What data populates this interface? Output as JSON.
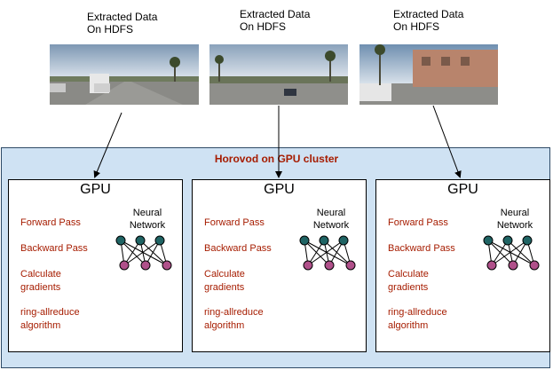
{
  "sources": [
    {
      "line1": "Extracted Data",
      "line2": "On HDFS"
    },
    {
      "line1": "Extracted Data",
      "line2": "On HDFS"
    },
    {
      "line1": "Extracted Data",
      "line2": "On HDFS"
    }
  ],
  "cluster": {
    "title": "Horovod on GPU cluster"
  },
  "gpus": [
    {
      "title": "GPU",
      "steps": [
        "Forward Pass",
        "Backward Pass",
        "Calculate",
        "gradients",
        "ring-allreduce",
        "algorithm"
      ],
      "nn_line1": "Neural",
      "nn_line2": "Network"
    },
    {
      "title": "GPU",
      "steps": [
        "Forward Pass",
        "Backward Pass",
        "Calculate",
        "gradients",
        "ring-allreduce",
        "algorithm"
      ],
      "nn_line1": "Neural",
      "nn_line2": "Network"
    },
    {
      "title": "GPU",
      "steps": [
        "Forward Pass",
        "Backward Pass",
        "Calculate",
        "gradients",
        "ring-allreduce",
        "algorithm"
      ],
      "nn_line1": "Neural",
      "nn_line2": "Network"
    }
  ],
  "colors": {
    "accent": "#a61c00",
    "cluster_bg": "#cfe2f3",
    "input_node": "#1f6464",
    "output_node": "#b0508a"
  }
}
